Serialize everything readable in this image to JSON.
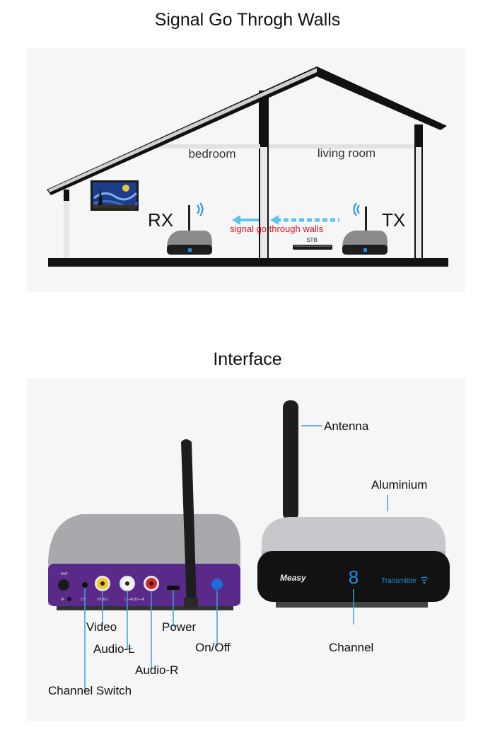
{
  "section1": {
    "title": "Signal Go Throgh Walls",
    "rooms": {
      "left": "bedroom",
      "right": "living room"
    },
    "rx_label": "RX",
    "tx_label": "TX",
    "signal_text": "signal go through walls",
    "stb_label": "STB",
    "colors": {
      "signal_text": "#e0141e",
      "arrow": "#5bc4ef",
      "wall": "#111111"
    }
  },
  "section2": {
    "title": "Interface",
    "receiver_ports": {
      "ant": "ANT",
      "ir": "IR",
      "ch": "CH",
      "video": "VIDEO",
      "audio": "L—AUDI—R"
    },
    "callouts": {
      "video": "Video",
      "audio_l": "Audio-L",
      "audio_r": "Audio-R",
      "power": "Power",
      "on_off": "On/Off",
      "channel_switch": "Channel Switch",
      "antenna": "Antenna",
      "aluminium": "Aluminium",
      "channel": "Channel"
    },
    "front_panel": {
      "brand": "Measy",
      "digit": "8",
      "mode": "Transmitter"
    },
    "colors": {
      "callout_line": "#3aa0d8",
      "purple_panel": "#5a2a8a",
      "display_blue": "#1e8ee8"
    }
  }
}
